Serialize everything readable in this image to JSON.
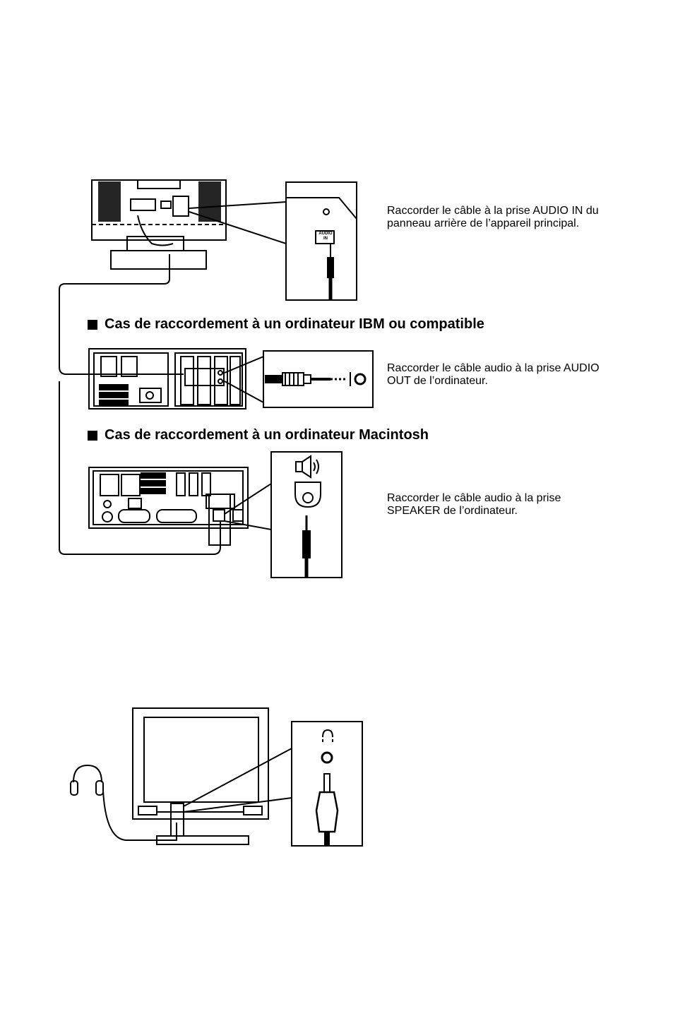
{
  "sections": {
    "audio_in": {
      "description": "Raccorder le câble à la prise AUDIO IN du panneau arrière de l’appareil principal.",
      "jack_label_top": "AUDIO",
      "jack_label_bottom": "IN"
    },
    "ibm": {
      "heading": "Cas de raccordement à un ordinateur IBM ou compatible",
      "description": "Raccorder le câble audio à la prise AUDIO OUT de l’ordinateur."
    },
    "mac": {
      "heading": "Cas de raccordement à un ordinateur Macintosh",
      "description": "Raccorder le câble audio à la prise SPEAKER de l’ordinateur."
    }
  },
  "icons": {
    "speaker": "speaker-icon",
    "headphones": "headphones-icon",
    "bullet": "square-bullet-icon"
  },
  "colors": {
    "ink": "#000000",
    "paper": "#ffffff",
    "shade": "#d9d9d9"
  }
}
